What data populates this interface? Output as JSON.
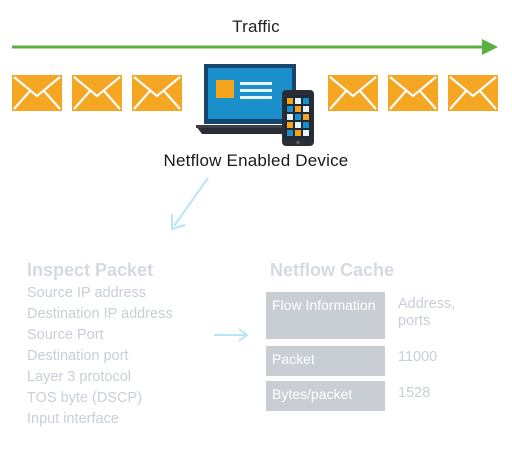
{
  "traffic": {
    "label": "Traffic",
    "arrow_color": "#5cb040"
  },
  "envelopes": {
    "color": "#f5a623",
    "left_count": 3,
    "right_count": 3
  },
  "device": {
    "caption": "Netflow Enabled Device",
    "screen_color": "#1b8fc9",
    "accent_color": "#f7a41d"
  },
  "flow_arrow_color": "#b8e6f2",
  "inspect_packet": {
    "title": "Inspect Packet",
    "fields": [
      "Source IP address",
      "Destination IP address",
      "Source Port",
      "Destination port",
      "Layer 3 protocol",
      "TOS byte (DSCP)",
      "Input interface"
    ]
  },
  "netflow_cache": {
    "title": "Netflow Cache",
    "rows": [
      {
        "label": "Flow Information",
        "value": "Address, ports"
      },
      {
        "label": "Packet",
        "value": "11000"
      },
      {
        "label": "Bytes/packet",
        "value": "1528"
      }
    ]
  }
}
